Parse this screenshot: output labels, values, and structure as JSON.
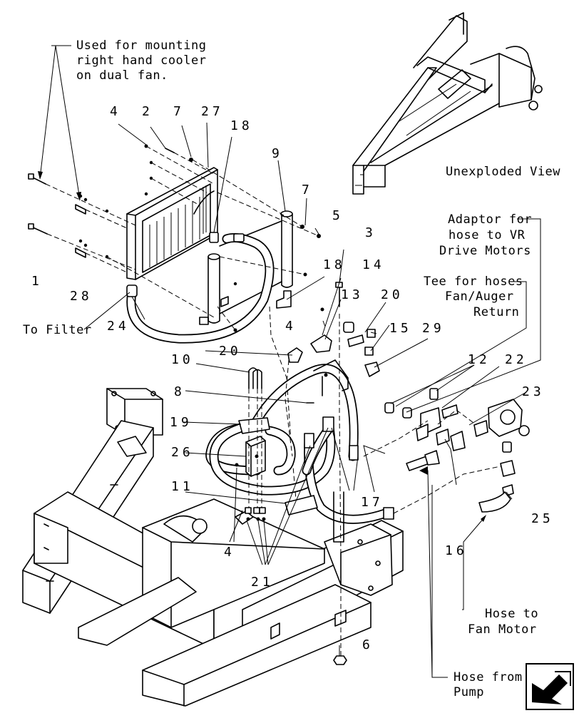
{
  "notes": {
    "mounting": [
      "Used for mounting",
      "right hand cooler",
      "on dual fan."
    ],
    "unexploded": "Unexploded View",
    "adaptor": [
      "Adaptor for",
      "hose to VR",
      "Drive Motors"
    ],
    "tee": [
      "Tee for hoses",
      "Fan/Auger",
      "Return"
    ],
    "to_filter": "To Filter",
    "hose_fan": [
      "Hose to",
      "Fan Motor"
    ],
    "hose_pump": [
      "Hose from",
      "Pump"
    ]
  },
  "callouts": {
    "c1": "1",
    "c2": "2",
    "c3": "3",
    "c4a": "4",
    "c4b": "4",
    "c4c": "4",
    "c5": "5",
    "c6": "6",
    "c7a": "7",
    "c7b": "7",
    "c8": "8",
    "c9": "9",
    "c10": "10",
    "c11": "11",
    "c12": "12",
    "c13": "13",
    "c14": "14",
    "c15": "15",
    "c16": "16",
    "c17": "17",
    "c18a": "18",
    "c18b": "18",
    "c19": "19",
    "c20a": "20",
    "c20b": "20",
    "c21": "21",
    "c22": "22",
    "c23": "23",
    "c24": "24",
    "c25": "25",
    "c26": "26",
    "c27": "27",
    "c28": "28",
    "c29": "29"
  },
  "icons": {
    "corner": "next-page-arrow-icon"
  }
}
